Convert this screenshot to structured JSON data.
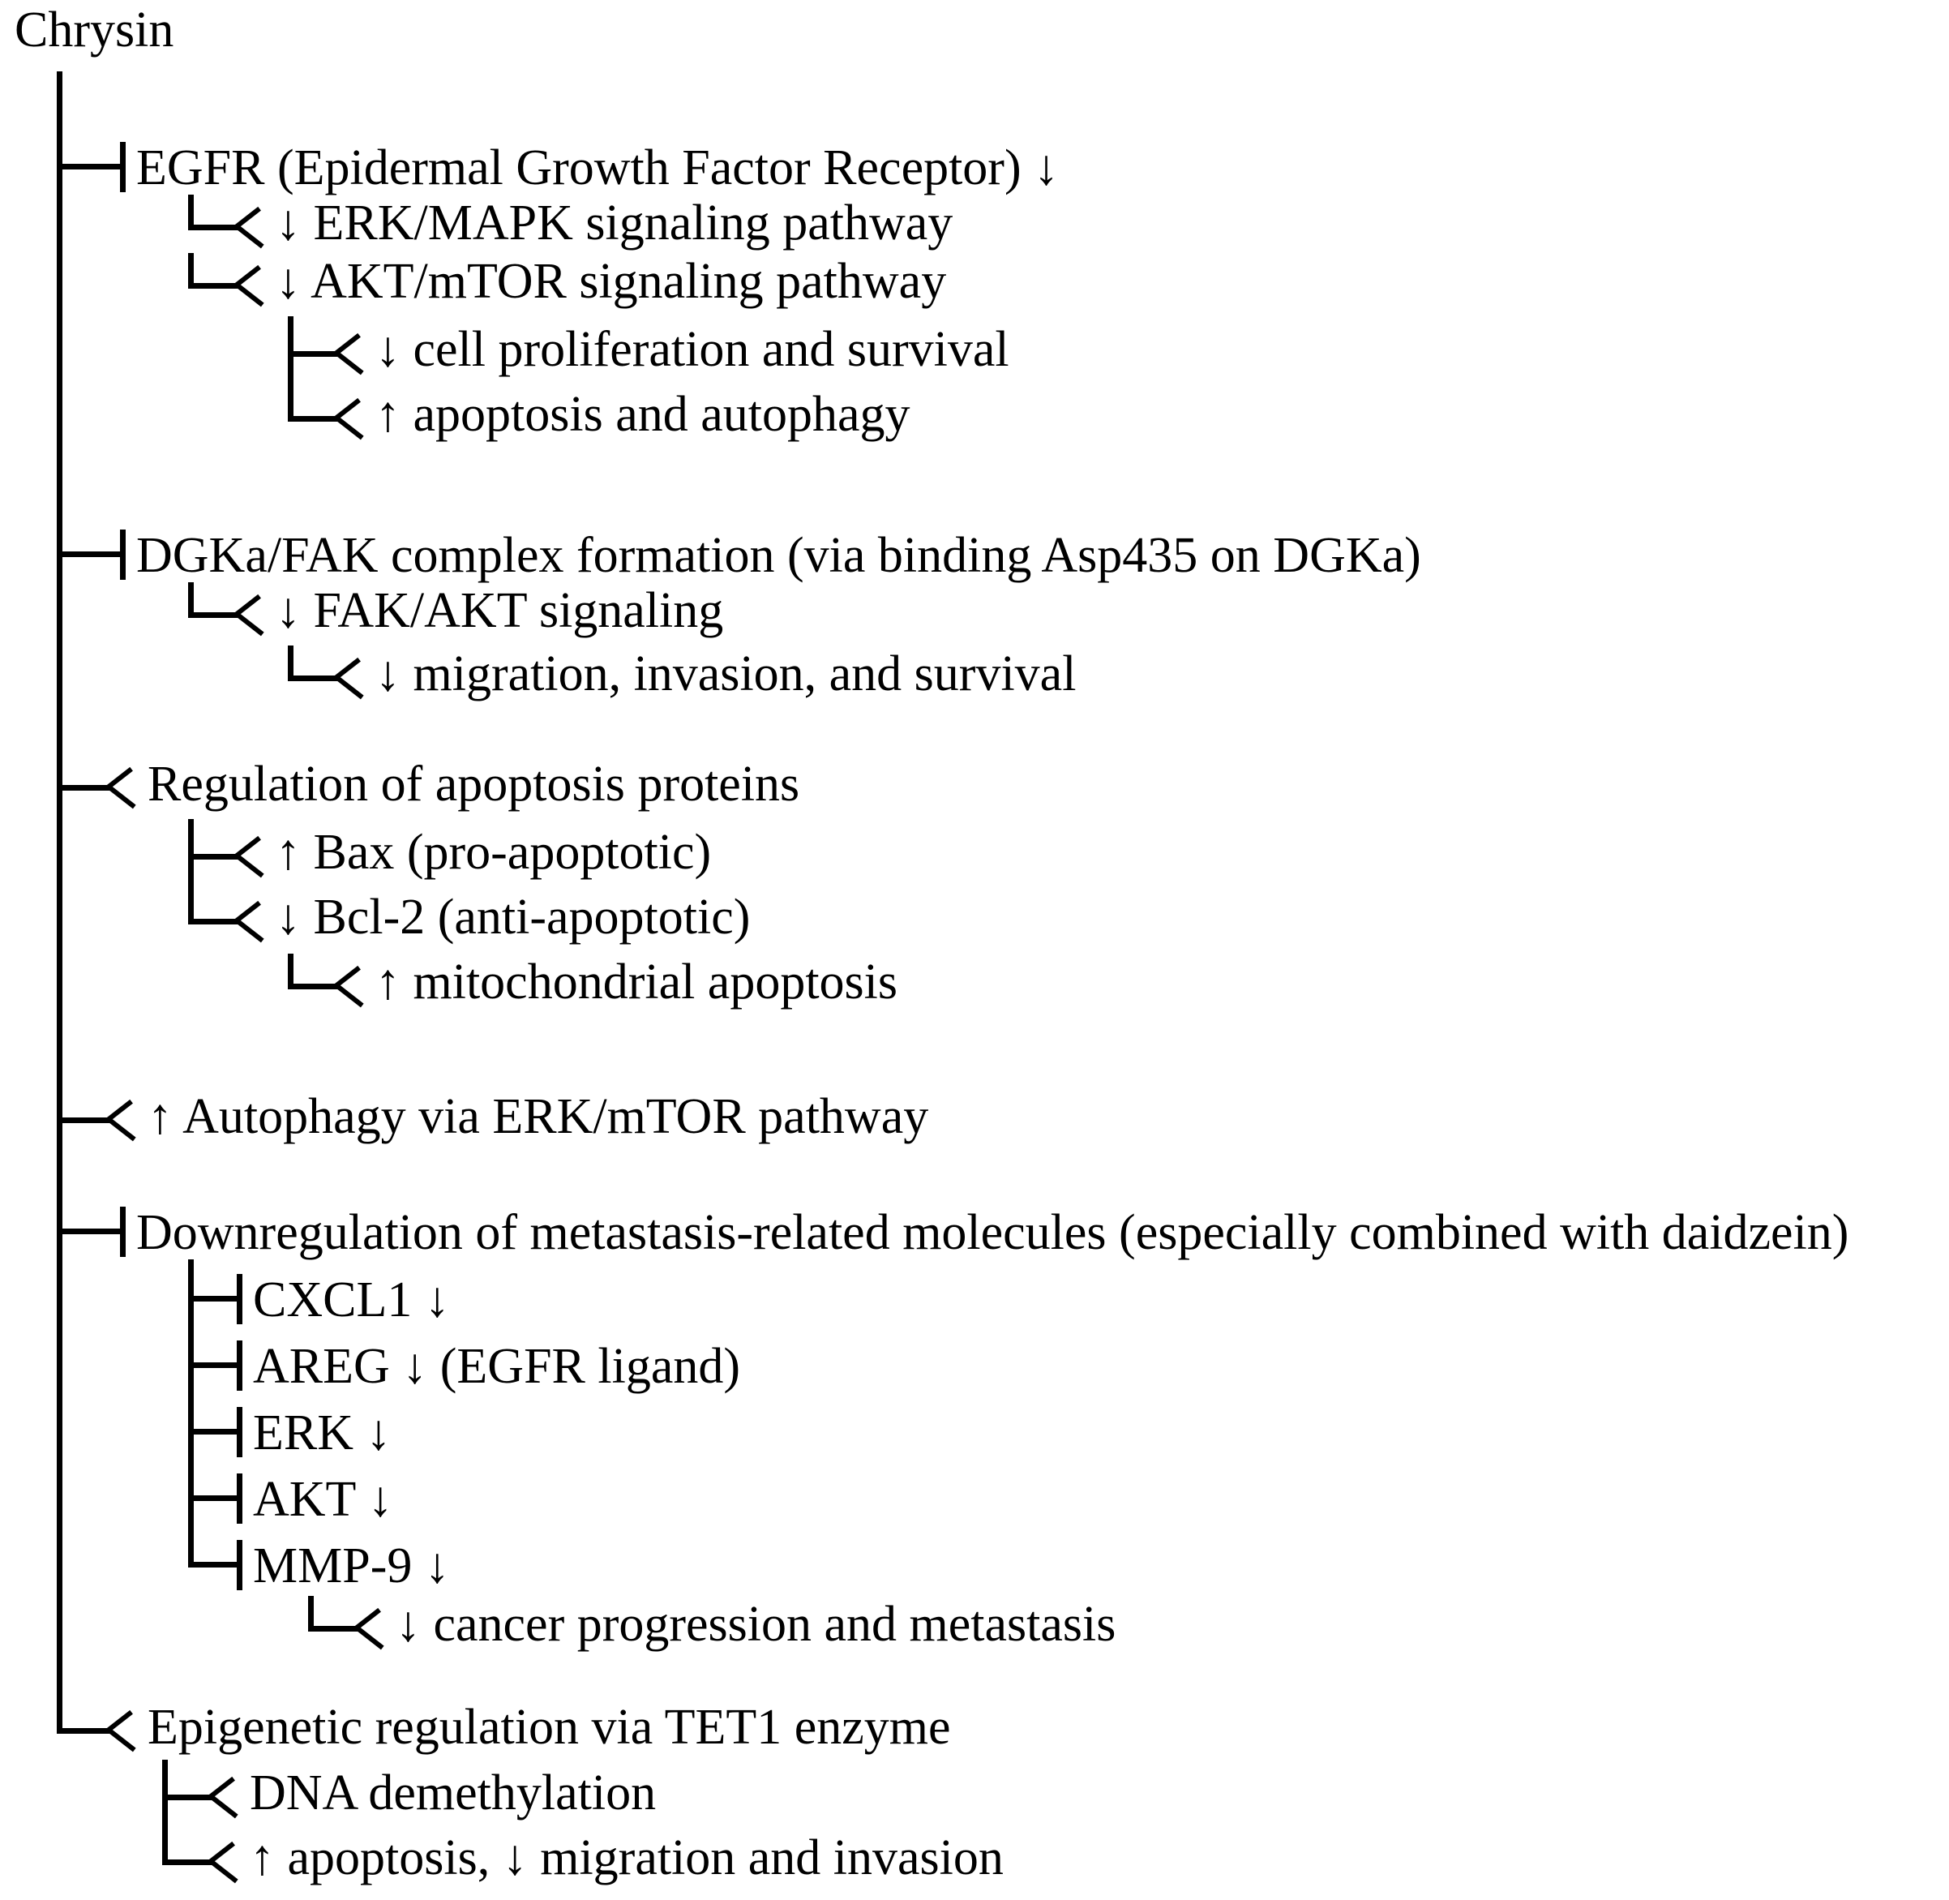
{
  "figure": {
    "type": "tree-diagram",
    "root": "Chrysin",
    "connector_glyphs": {
      "inhibition": "─|",
      "activation": "─>",
      "branch_tee": "├",
      "branch_elbow": "└",
      "spine": "│"
    },
    "arrow_down": "↓",
    "arrow_up": "↑"
  },
  "nodes": {
    "egfr": "EGFR (Epidermal Growth Factor Receptor) ↓",
    "erk_mapk": "↓ ERK/MAPK signaling pathway",
    "akt_mtor": "↓ AKT/mTOR signaling pathway",
    "cell_prolif": "↓ cell proliferation and survival",
    "apoptosis_autophagy": "↑ apoptosis and autophagy",
    "dgka_fak": "DGKa/FAK complex formation (via binding Asp435 on DGKa)",
    "fak_akt": "↓ FAK/AKT signaling",
    "migration_invasion": "↓ migration, invasion, and survival",
    "apoptosis_proteins": "Regulation of apoptosis proteins",
    "bax": "↑ Bax (pro-apoptotic)",
    "bcl2": "↓ Bcl-2 (anti-apoptotic)",
    "mito_apoptosis": "↑ mitochondrial apoptosis",
    "autophagy_erk_mtor": "↑ Autophagy via ERK/mTOR pathway",
    "metastasis_molecules": "Downregulation of metastasis-related molecules (especially combined with daidzein)",
    "cxcl1": "CXCL1 ↓",
    "areg": "AREG ↓ (EGFR ligand)",
    "erk": "ERK ↓",
    "akt": "AKT ↓",
    "mmp9": "MMP-9 ↓",
    "cancer_progression": "↓ cancer progression and metastasis",
    "epigenetic_tet1": "Epigenetic regulation via TET1 enzyme",
    "dna_demethylation": "DNA demethylation",
    "apoptosis_migration": "↑ apoptosis, ↓ migration and invasion"
  },
  "colors": {
    "ink": "#000000",
    "paper": "#ffffff"
  }
}
